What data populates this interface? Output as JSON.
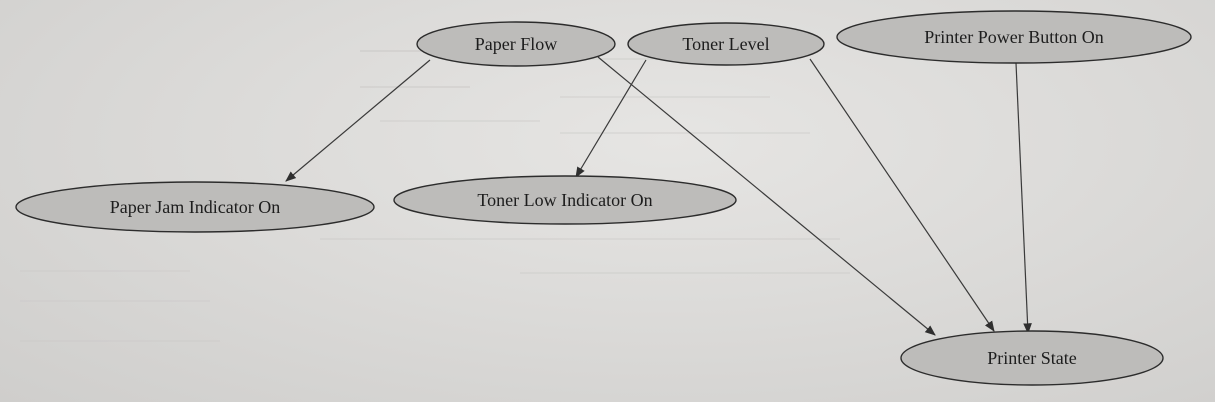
{
  "nodes": {
    "paper_flow": {
      "label": "Paper Flow"
    },
    "toner_level": {
      "label": "Toner Level"
    },
    "printer_power": {
      "label": "Printer Power Button On"
    },
    "paper_jam": {
      "label": "Paper Jam Indicator On"
    },
    "toner_low": {
      "label": "Toner Low Indicator On"
    },
    "printer_state": {
      "label": "Printer State"
    }
  },
  "edges": [
    {
      "from": "paper_flow",
      "to": "paper_jam"
    },
    {
      "from": "paper_flow",
      "to": "printer_state"
    },
    {
      "from": "toner_level",
      "to": "toner_low"
    },
    {
      "from": "toner_level",
      "to": "printer_state"
    },
    {
      "from": "printer_power",
      "to": "printer_state"
    }
  ]
}
